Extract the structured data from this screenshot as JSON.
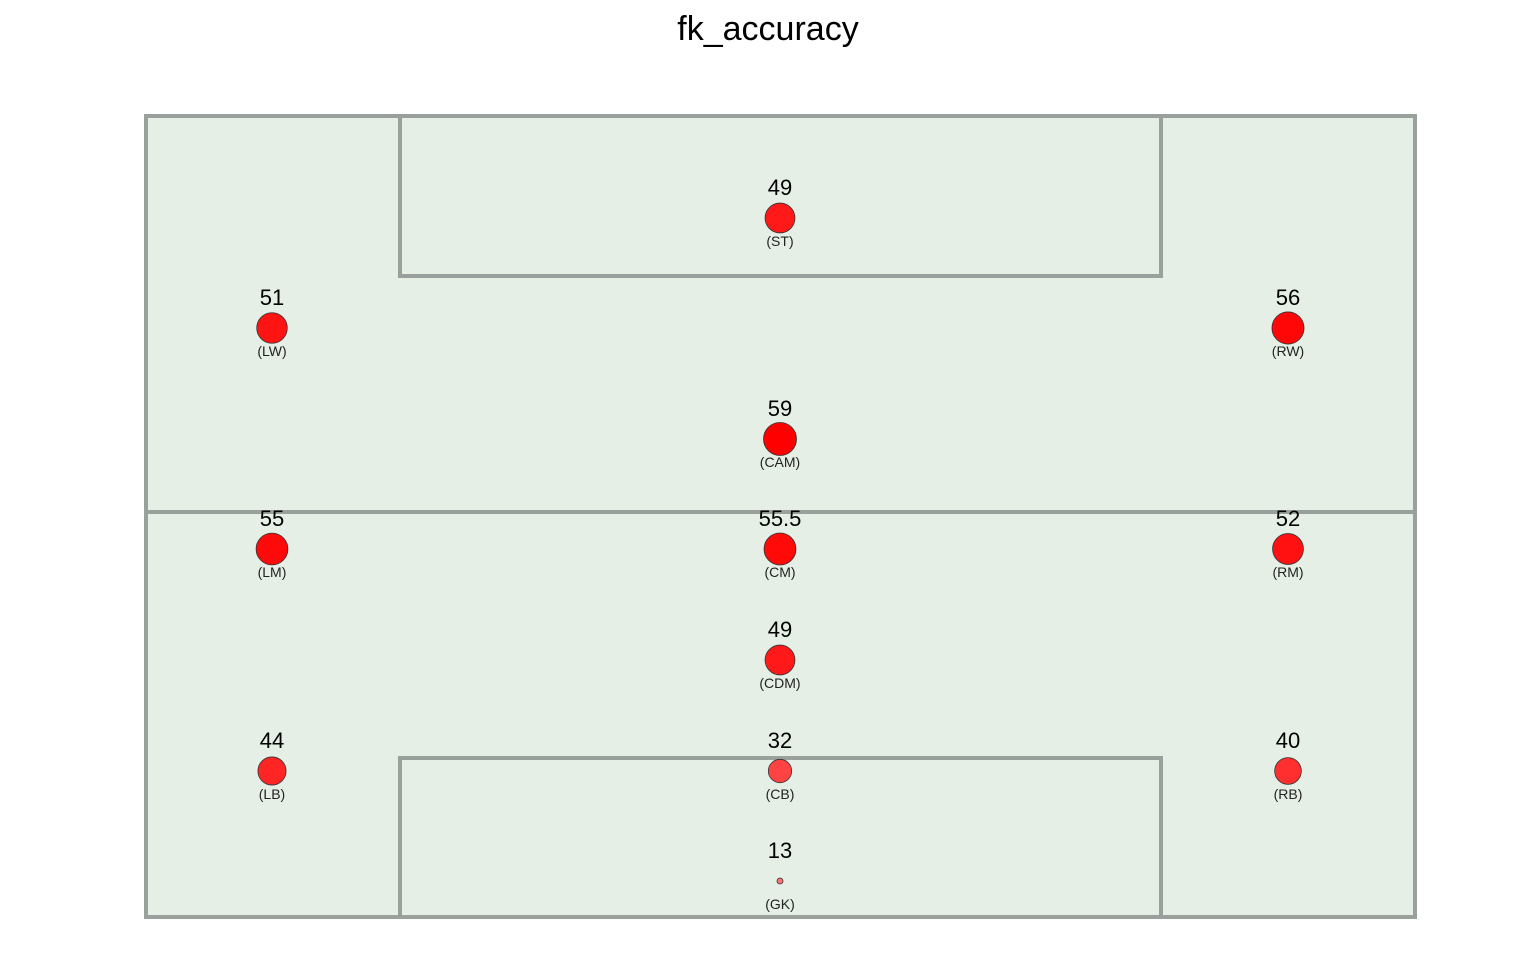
{
  "title": "fk_accuracy",
  "colors": {
    "pitch_fill": "#e5efe6",
    "pitch_line": "#9aa19c",
    "point_high": "#ff0000",
    "point_low": "#ffffff"
  },
  "chart_data": {
    "type": "scatter",
    "title": "fk_accuracy",
    "value_range": [
      13,
      59
    ],
    "points": [
      {
        "position": "ST",
        "label": "(ST)",
        "value": 49,
        "display": "49",
        "col": 2,
        "row": 0
      },
      {
        "position": "LW",
        "label": "(LW)",
        "value": 51,
        "display": "51",
        "col": 0,
        "row": 1
      },
      {
        "position": "RW",
        "label": "(RW)",
        "value": 56,
        "display": "56",
        "col": 4,
        "row": 1
      },
      {
        "position": "CAM",
        "label": "(CAM)",
        "value": 59,
        "display": "59",
        "col": 2,
        "row": 2
      },
      {
        "position": "LM",
        "label": "(LM)",
        "value": 55,
        "display": "55",
        "col": 0,
        "row": 3
      },
      {
        "position": "CM",
        "label": "(CM)",
        "value": 55.5,
        "display": "55.5",
        "col": 2,
        "row": 3
      },
      {
        "position": "RM",
        "label": "(RM)",
        "value": 52,
        "display": "52",
        "col": 4,
        "row": 3
      },
      {
        "position": "CDM",
        "label": "(CDM)",
        "value": 49,
        "display": "49",
        "col": 2,
        "row": 4
      },
      {
        "position": "LB",
        "label": "(LB)",
        "value": 44,
        "display": "44",
        "col": 0,
        "row": 5
      },
      {
        "position": "CB",
        "label": "(CB)",
        "value": 32,
        "display": "32",
        "col": 2,
        "row": 5
      },
      {
        "position": "RB",
        "label": "(RB)",
        "value": 40,
        "display": "40",
        "col": 4,
        "row": 5
      },
      {
        "position": "GK",
        "label": "(GK)",
        "value": 13,
        "display": "13",
        "col": 2,
        "row": 6
      }
    ]
  }
}
